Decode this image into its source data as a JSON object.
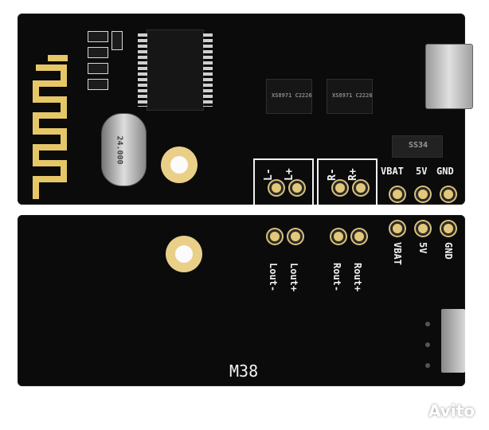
{
  "top_board": {
    "left_channel": [
      "L-",
      "L+"
    ],
    "right_channel": [
      "R-",
      "R+"
    ],
    "power_labels": [
      "VBAT",
      "5V",
      "GND"
    ],
    "chip_marking": "XS8971 C2226",
    "diode_marking": "SS34",
    "crystal_marking": "24.000"
  },
  "bottom_board": {
    "model": "M38",
    "labels": [
      "Lout-",
      "Lout+",
      "Rout-",
      "Rout+",
      "VBAT",
      "5V",
      "GND"
    ]
  },
  "watermark": "Avito",
  "colors": {
    "pcb": "#0b0b0b",
    "pad_gold": "#e4c879",
    "silkscreen": "#f2f2f2"
  }
}
